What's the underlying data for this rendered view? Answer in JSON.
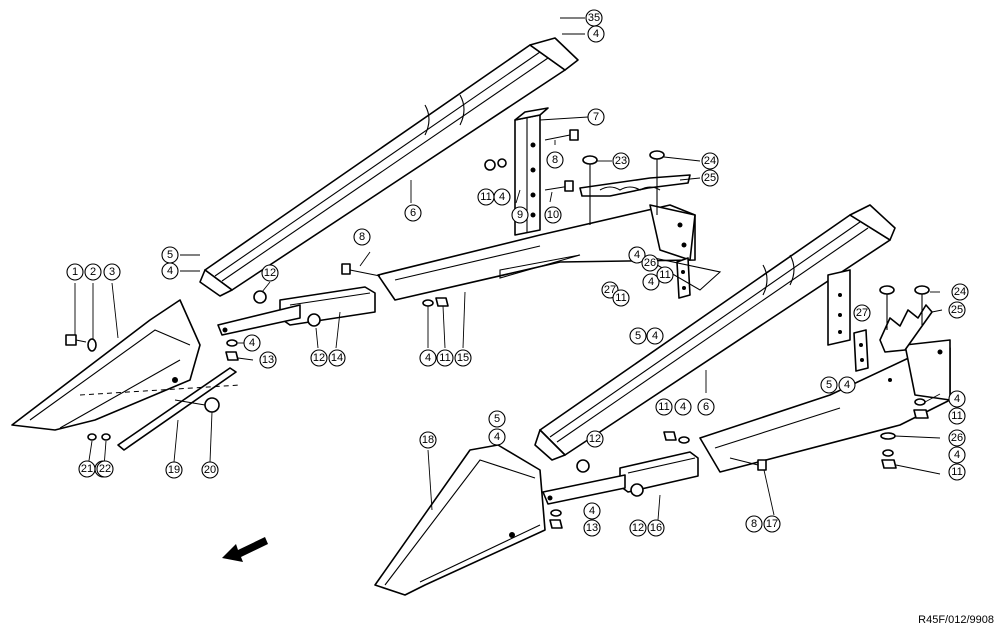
{
  "reference_code": "R45F/012/9908",
  "callouts": [
    {
      "id": "35"
    },
    {
      "id": "4"
    },
    {
      "id": "7"
    },
    {
      "id": "8"
    },
    {
      "id": "23"
    },
    {
      "id": "24"
    },
    {
      "id": "25"
    },
    {
      "id": "11"
    },
    {
      "id": "4"
    },
    {
      "id": "9"
    },
    {
      "id": "10"
    },
    {
      "id": "6"
    },
    {
      "id": "8"
    },
    {
      "id": "5"
    },
    {
      "id": "4"
    },
    {
      "id": "12"
    },
    {
      "id": "1"
    },
    {
      "id": "2"
    },
    {
      "id": "3"
    },
    {
      "id": "4"
    },
    {
      "id": "26"
    },
    {
      "id": "4"
    },
    {
      "id": "11"
    },
    {
      "id": "27"
    },
    {
      "id": "11"
    },
    {
      "id": "5"
    },
    {
      "id": "4"
    },
    {
      "id": "4"
    },
    {
      "id": "13"
    },
    {
      "id": "12"
    },
    {
      "id": "14"
    },
    {
      "id": "4"
    },
    {
      "id": "11"
    },
    {
      "id": "15"
    },
    {
      "id": "22"
    },
    {
      "id": "24"
    },
    {
      "id": "25"
    },
    {
      "id": "27"
    },
    {
      "id": "5"
    },
    {
      "id": "4"
    },
    {
      "id": "4"
    },
    {
      "id": "11"
    },
    {
      "id": "5"
    },
    {
      "id": "11"
    },
    {
      "id": "4"
    },
    {
      "id": "6"
    },
    {
      "id": "26"
    },
    {
      "id": "4"
    },
    {
      "id": "4"
    },
    {
      "id": "12"
    },
    {
      "id": "11"
    },
    {
      "id": "18"
    },
    {
      "id": "21"
    },
    {
      "id": "22"
    },
    {
      "id": "19"
    },
    {
      "id": "20"
    },
    {
      "id": "4"
    },
    {
      "id": "13"
    },
    {
      "id": "12"
    },
    {
      "id": "16"
    },
    {
      "id": "8"
    },
    {
      "id": "17"
    }
  ]
}
